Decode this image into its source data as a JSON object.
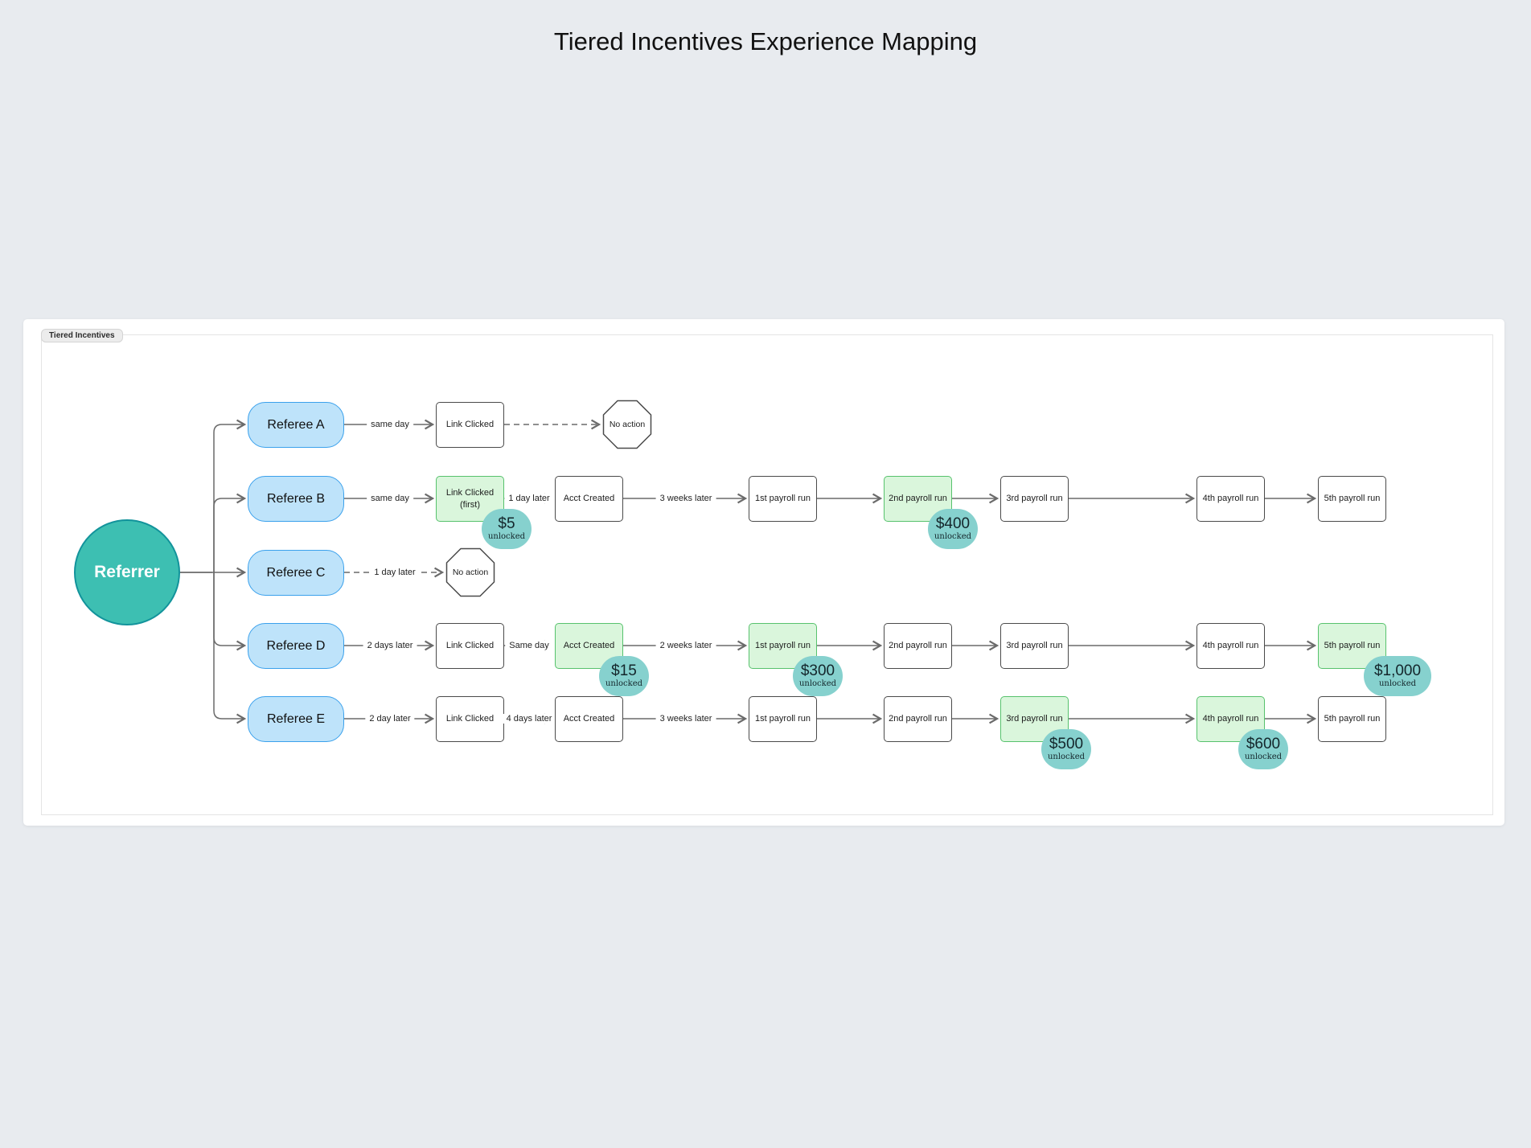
{
  "title": "Tiered Incentives Experience Mapping",
  "section_tag": "Tiered Incentives",
  "referrer_label": "Referrer",
  "unlocked_label": "unlocked",
  "colors": {
    "page_bg": "#e8ebef",
    "panel_bg": "#ffffff",
    "referrer_fill": "#3dbfb2",
    "referrer_border": "#12939b",
    "referee_fill": "#bee3fa",
    "referee_border": "#3ba1ec",
    "step_border": "#4a4a4a",
    "milestone_fill": "#daf6dc",
    "milestone_border": "#57c26d",
    "reward_pill_fill": "#86d1ce",
    "edge": "#6a6a6a"
  },
  "rows": {
    "a": {
      "referee": "Referee A",
      "t1": "same day",
      "s1": "Link Clicked",
      "end": "No action"
    },
    "b": {
      "referee": "Referee B",
      "t1": "same day",
      "s1a": "Link Clicked",
      "s1b": "(first)",
      "r1": "$5",
      "t2": "1 day later",
      "s2": "Acct Created",
      "t3": "3 weeks later",
      "s3": "1st payroll run",
      "s4": "2nd payroll run",
      "r4": "$400",
      "s5": "3rd payroll run",
      "s6": "4th payroll run",
      "s7": "5th payroll run"
    },
    "c": {
      "referee": "Referee C",
      "t1": "1 day later",
      "end": "No action"
    },
    "d": {
      "referee": "Referee D",
      "t1": "2 days later",
      "s1": "Link Clicked",
      "t2": "Same day",
      "s2": "Acct Created",
      "r2": "$15",
      "t3": "2 weeks later",
      "s3": "1st payroll run",
      "r3": "$300",
      "s4": "2nd payroll run",
      "s5": "3rd payroll run",
      "s6": "4th payroll run",
      "s7": "5th payroll run",
      "r7": "$1,000"
    },
    "e": {
      "referee": "Referee E",
      "t1": "2 day later",
      "s1": "Link Clicked",
      "t2": "4 days later",
      "s2": "Acct Created",
      "t3": "3 weeks later",
      "s3": "1st payroll run",
      "s4": "2nd payroll run",
      "s5": "3rd payroll run",
      "r5": "$500",
      "s6": "4th payroll run",
      "r6": "$600",
      "s7": "5th payroll run"
    }
  }
}
